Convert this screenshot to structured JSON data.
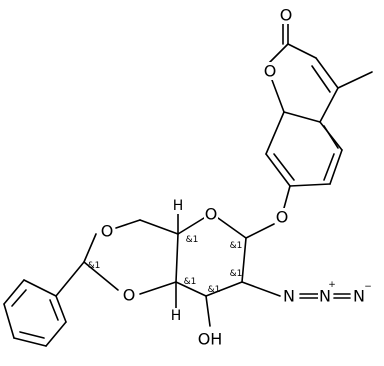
{
  "atoms": {
    "carbonyl_o": "O",
    "lactone_o": "O",
    "phenoxy_o": "O",
    "ring_o": "O",
    "acetal_o_top": "O",
    "acetal_o_bottom": "O",
    "hydroxyl": "OH",
    "azide_n1": "N",
    "azide_n2": "N",
    "azide_n3": "N",
    "h_top": "H",
    "h_bottom": "H"
  },
  "charges": {
    "azide_n2": "+",
    "azide_n3": "−"
  },
  "stereo_labels": {
    "c5": "&1",
    "c1": "&1",
    "c4": "&1",
    "c2": "&1",
    "c3": "&1",
    "acetal_c": "&1"
  }
}
